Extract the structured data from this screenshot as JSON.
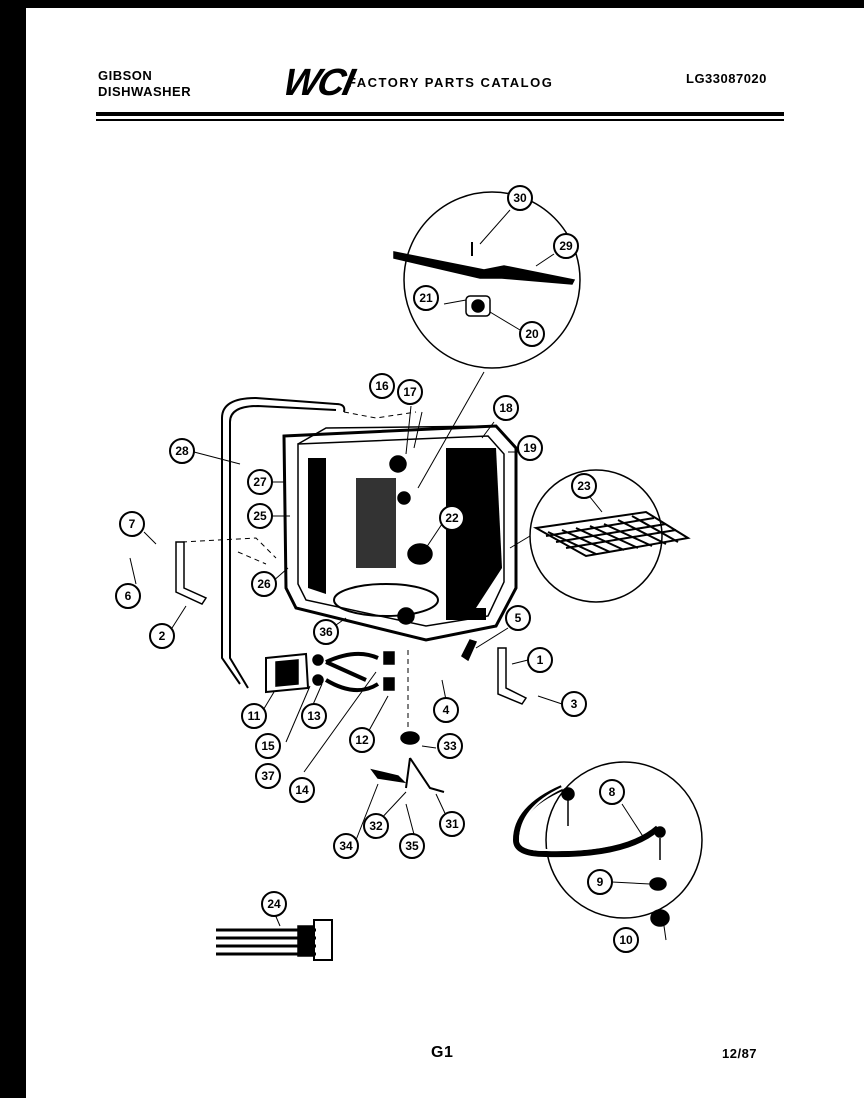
{
  "header": {
    "brand_line1": "GIBSON",
    "brand_line2": "DISHWASHER",
    "logo_text": "WCI",
    "catalog_title": "FACTORY PARTS CATALOG",
    "model_number": "LG33087020"
  },
  "footer": {
    "page_code": "G1",
    "date": "12/87"
  },
  "callouts": [
    "30",
    "29",
    "21",
    "20",
    "16",
    "17",
    "18",
    "19",
    "28",
    "27",
    "25",
    "23",
    "22",
    "7",
    "6",
    "2",
    "26",
    "36",
    "5",
    "1",
    "4",
    "3",
    "11",
    "13",
    "12",
    "33",
    "15",
    "37",
    "14",
    "34",
    "32",
    "35",
    "31",
    "8",
    "9",
    "10",
    "24"
  ]
}
